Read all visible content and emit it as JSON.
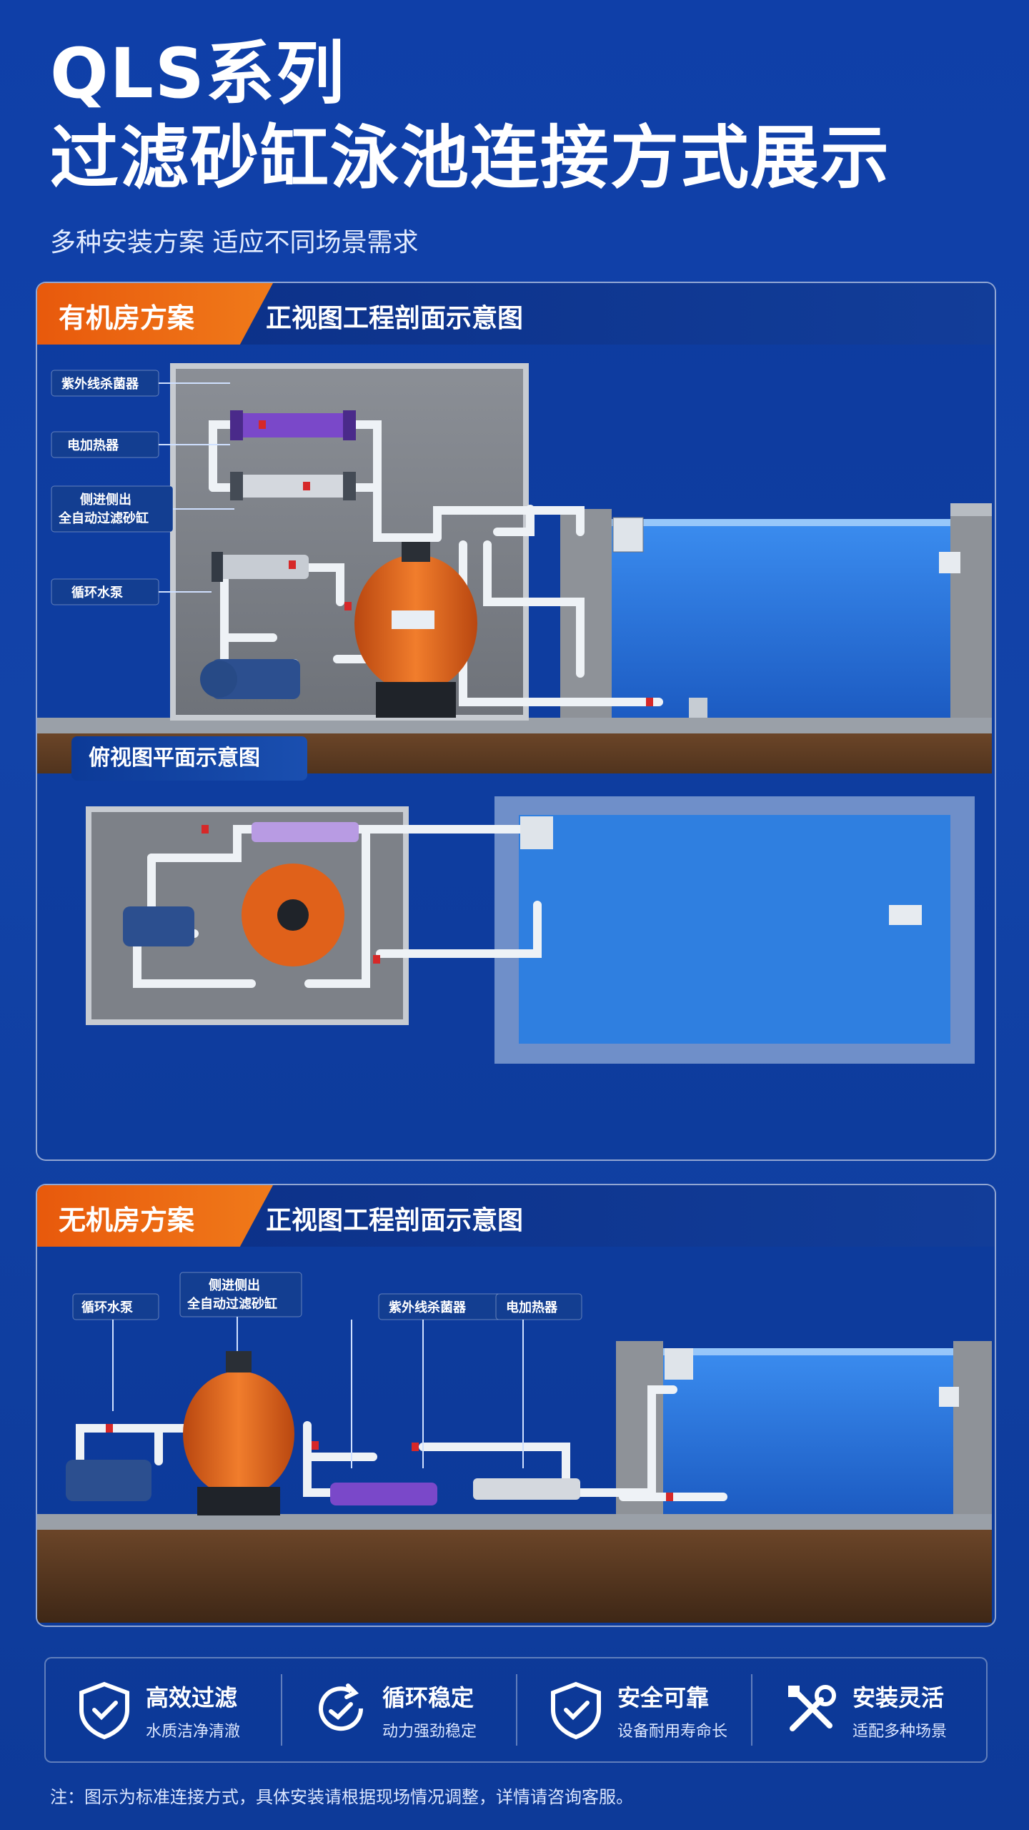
{
  "header": {
    "title_line1": "QLS系列",
    "title_line2": "过滤砂缸泳池连接方式展示",
    "subtitle": "多种安装方案 适应不同场景需求"
  },
  "section1": {
    "tag": "有机房方案",
    "heading": "正视图工程剖面示意图",
    "labels": {
      "uv": "紫外线杀菌器",
      "heater": "电加热器",
      "filter_line1": "侧进侧出",
      "filter_line2": "全自动过滤砂缸",
      "pump": "循环水泵"
    },
    "topview_title": "俯视图平面示意图"
  },
  "section2": {
    "tag": "无机房方案",
    "heading": "正视图工程剖面示意图",
    "labels": {
      "pump": "循环水泵",
      "filter_line1": "侧进侧出",
      "filter_line2": "全自动过滤砂缸",
      "uv": "紫外线杀菌器",
      "heater": "电加热器"
    }
  },
  "features": [
    {
      "icon": "shield-check-icon",
      "title": "高效过滤",
      "desc": "水质洁净清澈"
    },
    {
      "icon": "cycle-icon",
      "title": "循环稳定",
      "desc": "动力强劲稳定"
    },
    {
      "icon": "shield-check-icon",
      "title": "安全可靠",
      "desc": "设备耐用寿命长"
    },
    {
      "icon": "tools-icon",
      "title": "安装灵活",
      "desc": "适配多种场景"
    }
  ],
  "note": "注：图示为标准连接方式，具体安装请根据现场情况调整，详情请咨询客服。",
  "colors": {
    "accent_orange": "#f07a1a",
    "navy": "#0d3a99",
    "water": "#2f7fe0",
    "soil": "#5a3a22",
    "filter_tank": "#e0611a",
    "uv_unit": "#7a48c9"
  }
}
